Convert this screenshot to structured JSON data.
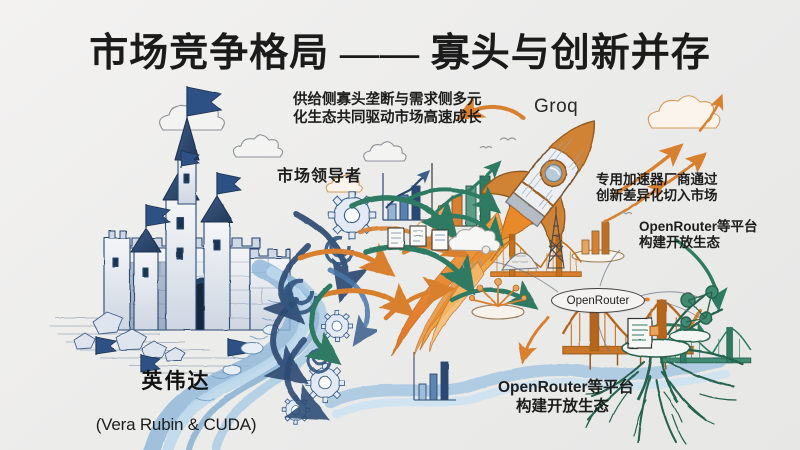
{
  "page": {
    "background_color": "#ececeb",
    "title": "市场竞争格局 —— 寡头与创新并存"
  },
  "palette": {
    "ink_blue": "#2c4a72",
    "ink_blue_light": "#6f93bd",
    "green": "#2f7a62",
    "orange": "#d8802f",
    "orange_light": "#e8a45c",
    "text": "#1d1d1d",
    "background": "#ececeb"
  },
  "annotations": {
    "supply_demand": "供给侧寡头垄断与需求侧多元\n化生态共同驱动市场高速成长",
    "market_leader": "市场领导者",
    "accelerator": "专用加速器厂商通过\n创新差异化切入市场",
    "openrouter_top": "OpenRouter等平台\n构建开放生态",
    "openrouter_bottom_line1": "OpenRouter等平台",
    "openrouter_bottom_line2": "构建开放生态",
    "groq": "Groq",
    "nvidia_cn": "英伟达",
    "nvidia_en": "(Vera Rubin & CUDA)",
    "openrouter_node": "OpenRouter"
  },
  "illustrations": [
    {
      "name": "castle",
      "label": "英伟达",
      "color": "#2c4a72",
      "meaning": "market-leader-moat"
    },
    {
      "name": "rocket",
      "label": "Groq",
      "color": "#d8802f",
      "meaning": "innovation-accelerator"
    },
    {
      "name": "bar-chart-growth",
      "color": "#2f7a62",
      "meaning": "market-growth"
    },
    {
      "name": "suspension-bridge",
      "color": "#d8802f",
      "meaning": "platform-connection"
    },
    {
      "name": "tree-roots-network",
      "color": "#2f7a62",
      "meaning": "open-ecosystem"
    },
    {
      "name": "gears",
      "color": "#2c4a72",
      "meaning": "infrastructure"
    },
    {
      "name": "river-flow",
      "color": "#6f93bd",
      "meaning": "data-flow"
    },
    {
      "name": "clouds",
      "color": "#8a8a8a",
      "meaning": "cloud-compute"
    }
  ]
}
